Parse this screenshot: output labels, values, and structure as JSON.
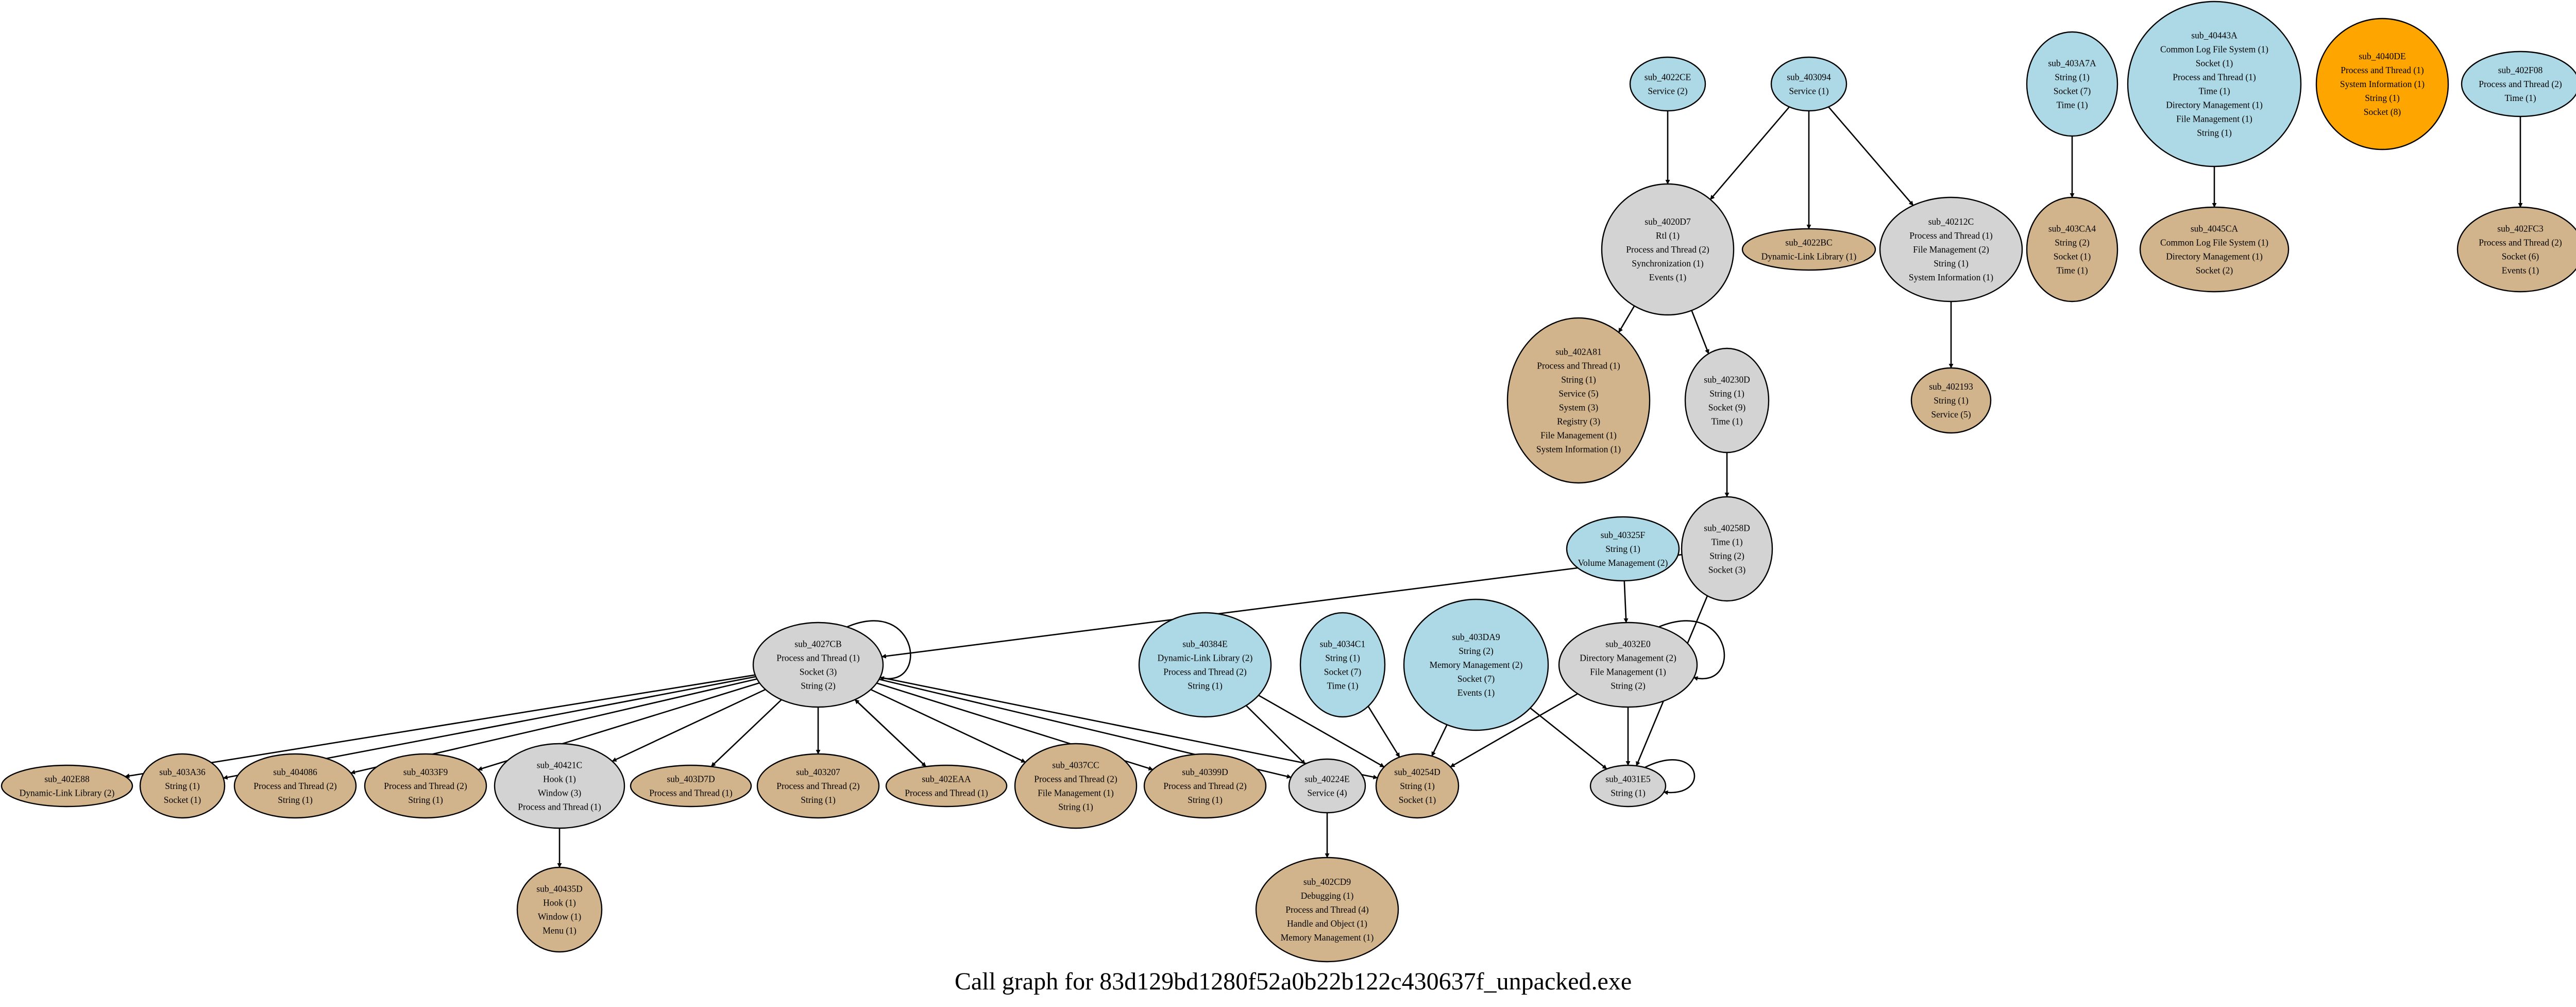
{
  "title": "Call graph for 83d129bd1280f52a0b22b122c430637f_unpacked.exe",
  "colors": {
    "blue": "#add8e6",
    "tan": "#d2b48c",
    "gray": "#d3d3d3",
    "orange": "#ffa500"
  },
  "nodes": [
    {
      "id": "sub_4022CE",
      "color": "blue",
      "lines": [
        "Service (2)"
      ]
    },
    {
      "id": "sub_403094",
      "color": "blue",
      "lines": [
        "Service (1)"
      ]
    },
    {
      "id": "sub_403A7A",
      "color": "blue",
      "lines": [
        "String (1)",
        "Socket (7)",
        "Time (1)"
      ]
    },
    {
      "id": "sub_40443A",
      "color": "blue",
      "lines": [
        "Common Log File System (1)",
        "Socket (1)",
        "Process and Thread (1)",
        "Time (1)",
        "Directory Management (1)",
        "File Management (1)",
        "String (1)"
      ]
    },
    {
      "id": "sub_4040DE",
      "color": "orange",
      "lines": [
        "Process and Thread (1)",
        "System Information (1)",
        "String (1)",
        "Socket (8)"
      ]
    },
    {
      "id": "sub_402F08",
      "color": "blue",
      "lines": [
        "Process and Thread (2)",
        "Time (1)"
      ]
    },
    {
      "id": "sub_4020D7",
      "color": "gray",
      "lines": [
        "Rtl (1)",
        "Process and Thread (2)",
        "Synchronization (1)",
        "Events (1)"
      ]
    },
    {
      "id": "sub_4022BC",
      "color": "tan",
      "lines": [
        "Dynamic-Link Library (1)"
      ]
    },
    {
      "id": "sub_40212C",
      "color": "gray",
      "lines": [
        "Process and Thread (1)",
        "File Management (2)",
        "String (1)",
        "System Information (1)"
      ]
    },
    {
      "id": "sub_403CA4",
      "color": "tan",
      "lines": [
        "String (2)",
        "Socket (1)",
        "Time (1)"
      ]
    },
    {
      "id": "sub_4045CA",
      "color": "tan",
      "lines": [
        "Common Log File System (1)",
        "Directory Management (1)",
        "Socket (2)"
      ]
    },
    {
      "id": "sub_402FC3",
      "color": "tan",
      "lines": [
        "Process and Thread (2)",
        "Socket (6)",
        "Events (1)"
      ]
    },
    {
      "id": "sub_402A81",
      "color": "tan",
      "lines": [
        "Process and Thread (1)",
        "String (1)",
        "Service (5)",
        "System (3)",
        "Registry (3)",
        "File Management (1)",
        "System Information (1)"
      ]
    },
    {
      "id": "sub_40230D",
      "color": "gray",
      "lines": [
        "String (1)",
        "Socket (9)",
        "Time (1)"
      ]
    },
    {
      "id": "sub_402193",
      "color": "tan",
      "lines": [
        "String (1)",
        "Service (5)"
      ]
    },
    {
      "id": "sub_40325F",
      "color": "blue",
      "lines": [
        "String (1)",
        "Volume Management (2)"
      ]
    },
    {
      "id": "sub_40258D",
      "color": "gray",
      "lines": [
        "Time (1)",
        "String (2)",
        "Socket (3)"
      ]
    },
    {
      "id": "sub_4027CB",
      "color": "gray",
      "lines": [
        "Process and Thread (1)",
        "Socket (3)",
        "String (2)"
      ]
    },
    {
      "id": "sub_40384E",
      "color": "blue",
      "lines": [
        "Dynamic-Link Library (2)",
        "Process and Thread (2)",
        "String (1)"
      ]
    },
    {
      "id": "sub_4034C1",
      "color": "blue",
      "lines": [
        "String (1)",
        "Socket (7)",
        "Time (1)"
      ]
    },
    {
      "id": "sub_403DA9",
      "color": "blue",
      "lines": [
        "String (2)",
        "Memory Management (2)",
        "Socket (7)",
        "Events (1)"
      ]
    },
    {
      "id": "sub_4032E0",
      "color": "gray",
      "lines": [
        "Directory Management (2)",
        "File Management (1)",
        "String (2)"
      ]
    },
    {
      "id": "sub_402E88",
      "color": "tan",
      "lines": [
        "Dynamic-Link Library (2)"
      ]
    },
    {
      "id": "sub_403A36",
      "color": "tan",
      "lines": [
        "String (1)",
        "Socket (1)"
      ]
    },
    {
      "id": "sub_404086",
      "color": "tan",
      "lines": [
        "Process and Thread (2)",
        "String (1)"
      ]
    },
    {
      "id": "sub_4033F9",
      "color": "tan",
      "lines": [
        "Process and Thread (2)",
        "String (1)"
      ]
    },
    {
      "id": "sub_40421C",
      "color": "gray",
      "lines": [
        "Hook (1)",
        "Window (3)",
        "Process and Thread (1)"
      ]
    },
    {
      "id": "sub_403D7D",
      "color": "tan",
      "lines": [
        "Process and Thread (1)"
      ]
    },
    {
      "id": "sub_403207",
      "color": "tan",
      "lines": [
        "Process and Thread (2)",
        "String (1)"
      ]
    },
    {
      "id": "sub_402EAA",
      "color": "tan",
      "lines": [
        "Process and Thread (1)"
      ]
    },
    {
      "id": "sub_4037CC",
      "color": "tan",
      "lines": [
        "Process and Thread (2)",
        "File Management (1)",
        "String (1)"
      ]
    },
    {
      "id": "sub_40399D",
      "color": "tan",
      "lines": [
        "Process and Thread (2)",
        "String (1)"
      ]
    },
    {
      "id": "sub_40224E",
      "color": "gray",
      "lines": [
        "Service (4)"
      ]
    },
    {
      "id": "sub_40254D",
      "color": "tan",
      "lines": [
        "String (1)",
        "Socket (1)"
      ]
    },
    {
      "id": "sub_4031E5",
      "color": "gray",
      "lines": [
        "String (1)"
      ]
    },
    {
      "id": "sub_40435D",
      "color": "tan",
      "lines": [
        "Hook (1)",
        "Window (1)",
        "Menu (1)"
      ]
    },
    {
      "id": "sub_402CD9",
      "color": "tan",
      "lines": [
        "Debugging (1)",
        "Process and Thread (4)",
        "Handle and Object (1)",
        "Memory Management (1)"
      ]
    }
  ],
  "edges": [
    [
      "sub_4022CE",
      "sub_4020D7"
    ],
    [
      "sub_403094",
      "sub_4020D7"
    ],
    [
      "sub_403094",
      "sub_4022BC"
    ],
    [
      "sub_403094",
      "sub_40212C"
    ],
    [
      "sub_403A7A",
      "sub_403CA4"
    ],
    [
      "sub_40443A",
      "sub_4045CA"
    ],
    [
      "sub_402F08",
      "sub_402FC3"
    ],
    [
      "sub_4020D7",
      "sub_402A81"
    ],
    [
      "sub_4020D7",
      "sub_40230D"
    ],
    [
      "sub_40212C",
      "sub_402193"
    ],
    [
      "sub_40230D",
      "sub_40258D"
    ],
    [
      "sub_40258D",
      "sub_4027CB"
    ],
    [
      "sub_40258D",
      "sub_4031E5"
    ],
    [
      "sub_40325F",
      "sub_4032E0"
    ],
    [
      "sub_4027CB",
      "sub_4027CB"
    ],
    [
      "sub_4027CB",
      "sub_402E88"
    ],
    [
      "sub_4027CB",
      "sub_403A36"
    ],
    [
      "sub_4027CB",
      "sub_404086"
    ],
    [
      "sub_4027CB",
      "sub_4033F9"
    ],
    [
      "sub_4027CB",
      "sub_40421C"
    ],
    [
      "sub_4027CB",
      "sub_403D7D"
    ],
    [
      "sub_4027CB",
      "sub_403207"
    ],
    [
      "sub_4027CB",
      "sub_402EAA"
    ],
    [
      "sub_402EAA",
      "sub_4027CB"
    ],
    [
      "sub_4027CB",
      "sub_4037CC"
    ],
    [
      "sub_4027CB",
      "sub_40399D"
    ],
    [
      "sub_4027CB",
      "sub_40224E"
    ],
    [
      "sub_4027CB",
      "sub_40254D"
    ],
    [
      "sub_40384E",
      "sub_40224E"
    ],
    [
      "sub_40384E",
      "sub_40254D"
    ],
    [
      "sub_4034C1",
      "sub_40254D"
    ],
    [
      "sub_403DA9",
      "sub_40254D"
    ],
    [
      "sub_403DA9",
      "sub_4031E5"
    ],
    [
      "sub_4032E0",
      "sub_4032E0"
    ],
    [
      "sub_4032E0",
      "sub_40254D"
    ],
    [
      "sub_4032E0",
      "sub_4031E5"
    ],
    [
      "sub_4031E5",
      "sub_4031E5"
    ],
    [
      "sub_40421C",
      "sub_40435D"
    ],
    [
      "sub_40224E",
      "sub_402CD9"
    ]
  ]
}
